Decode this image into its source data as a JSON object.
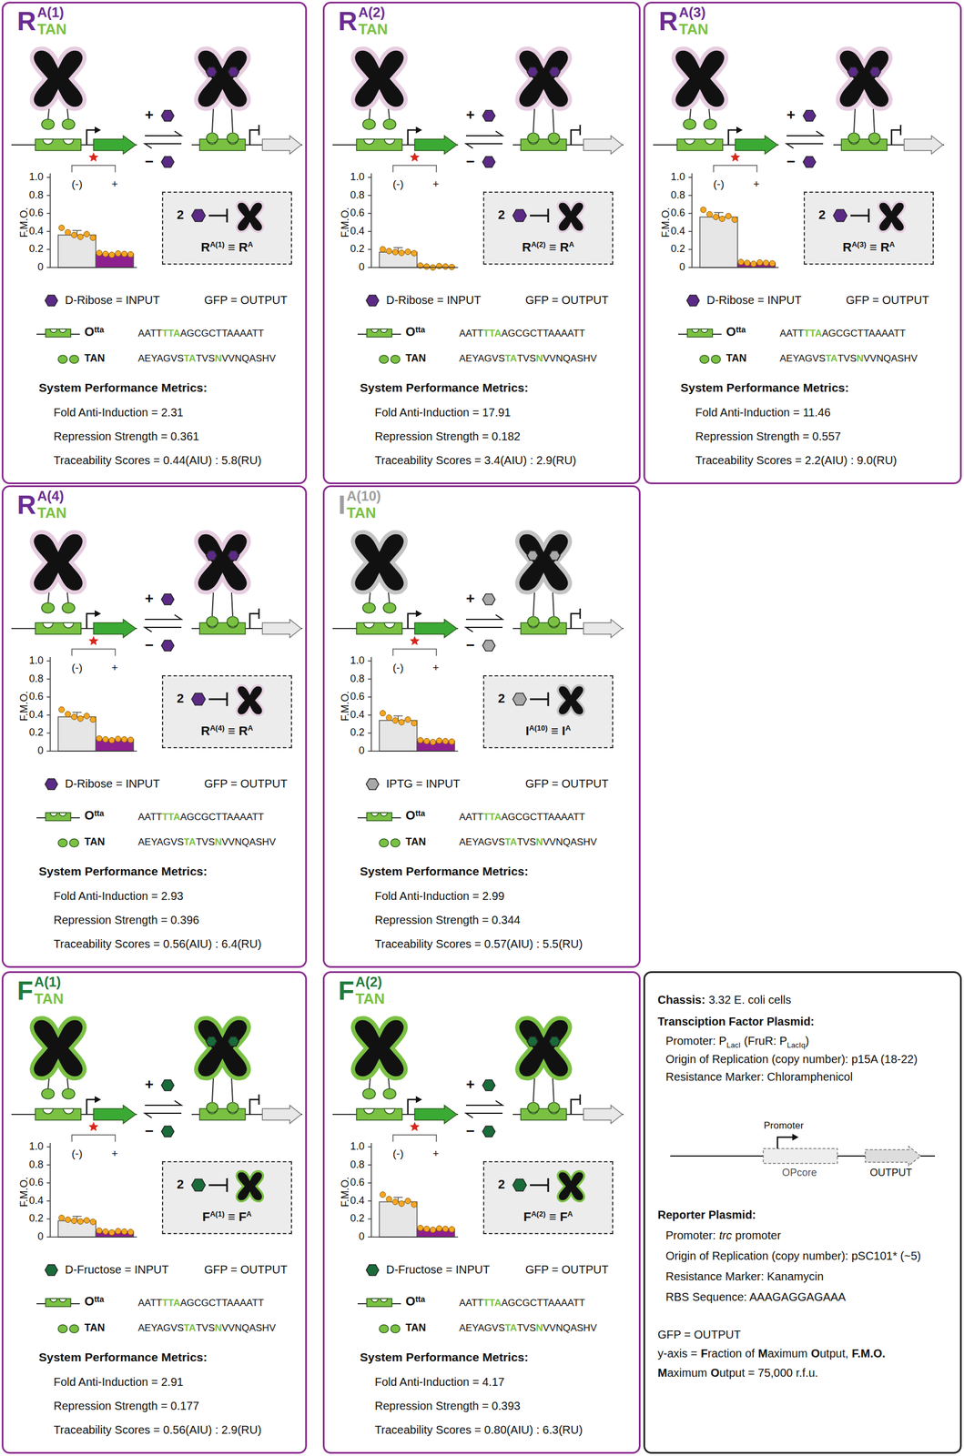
{
  "diagram": {
    "nodes": [
      {
        "text": [
          "R",
          "A(1)",
          "TAN",
          "F.M.O.",
          "1.0",
          "0.8",
          "0.6",
          "0.4",
          "0.2",
          "0",
          "(-)",
          "+",
          "D-Ribose = INPUT",
          "GFP = OUTPUT",
          "O",
          "tta",
          "AATT",
          "TTA",
          "AGCGCTTAAAATT",
          "TAN",
          "AEYAGVS",
          "TA",
          "TVS",
          "N",
          "VVNQASHV",
          "System Performance Metrics:",
          "Fold Anti-Induction = 2.31",
          "Repression Strength = 0.361",
          "Traceability Scores = 0.44(AIU) : 5.8(RU)",
          "+",
          "−"
        ]
      },
      {
        "text": [
          "2",
          "R",
          "A(1)",
          "≡ R",
          "A"
        ],
        "in": 0
      },
      {
        "text": [
          "R",
          "A(2)",
          "TAN",
          "F.M.O.",
          "1.0",
          "0.8",
          "0.6",
          "0.4",
          "0.2",
          "0",
          "(-)",
          "+",
          "D-Ribose = INPUT",
          "GFP = OUTPUT",
          "O",
          "tta",
          "AATT",
          "TTA",
          "AGCGCTTAAAATT",
          "TAN",
          "AEYAGVS",
          "TA",
          "TVS",
          "N",
          "VVNQASHV",
          "System Performance Metrics:",
          "Fold Anti-Induction = 17.91",
          "Repression Strength = 0.182",
          "Traceability Scores = 3.4(AIU) : 2.9(RU)",
          "+",
          "−"
        ]
      },
      {
        "text": [
          "2",
          "R",
          "A(2)",
          "≡ R",
          "A"
        ],
        "in": 2
      },
      {
        "text": [
          "R",
          "A(3)",
          "TAN",
          "F.M.O.",
          "1.0",
          "0.8",
          "0.6",
          "0.4",
          "0.2",
          "0",
          "(-)",
          "+",
          "D-Ribose = INPUT",
          "GFP = OUTPUT",
          "O",
          "tta",
          "AATT",
          "TTA",
          "AGCGCTTAAAATT",
          "TAN",
          "AEYAGVS",
          "TA",
          "TVS",
          "N",
          "VVNQASHV",
          "System Performance Metrics:",
          "Fold Anti-Induction = 11.46",
          "Repression Strength = 0.557",
          "Traceability Scores = 2.2(AIU) : 9.0(RU)",
          "+",
          "−"
        ]
      },
      {
        "text": [
          "2",
          "R",
          "A(3)",
          "≡ R",
          "A"
        ],
        "in": 4
      },
      {
        "text": [
          "R",
          "A(4)",
          "TAN",
          "F.M.O.",
          "1.0",
          "0.8",
          "0.6",
          "0.4",
          "0.2",
          "0",
          "(-)",
          "+",
          "D-Ribose = INPUT",
          "GFP = OUTPUT",
          "O",
          "tta",
          "AATT",
          "TTA",
          "AGCGCTTAAAATT",
          "TAN",
          "AEYAGVS",
          "TA",
          "TVS",
          "N",
          "VVNQASHV",
          "System Performance Metrics:",
          "Fold Anti-Induction = 2.93",
          "Repression Strength = 0.396",
          "Traceability Scores = 0.56(AIU) : 6.4(RU)",
          "+",
          "−"
        ]
      },
      {
        "text": [
          "2",
          "R",
          "A(4)",
          "≡ R",
          "A"
        ],
        "in": 6
      },
      {
        "text": [
          "I",
          "A(10)",
          "TAN",
          "F.M.O.",
          "1.0",
          "0.8",
          "0.6",
          "0.4",
          "0.2",
          "0",
          "(-)",
          "+",
          "IPTG = INPUT",
          "GFP = OUTPUT",
          "O",
          "tta",
          "AATT",
          "TTA",
          "AGCGCTTAAAATT",
          "TAN",
          "AEYAGVS",
          "TA",
          "TVS",
          "N",
          "VVNQASHV",
          "System Performance Metrics:",
          "Fold Anti-Induction = 2.99",
          "Repression Strength = 0.344",
          "Traceability Scores = 0.57(AIU) : 5.5(RU)",
          "+",
          "−"
        ]
      },
      {
        "text": [
          "2",
          "I",
          "A(10)",
          "≡ I",
          "A"
        ],
        "in": 8
      },
      {
        "text": [
          "F",
          "A(1)",
          "TAN",
          "F.M.O.",
          "1.0",
          "0.8",
          "0.6",
          "0.4",
          "0.2",
          "0",
          "(-)",
          "+",
          "D-Fructose = INPUT",
          "GFP = OUTPUT",
          "O",
          "tta",
          "AATT",
          "TTA",
          "AGCGCTTAAAATT",
          "TAN",
          "AEYAGVS",
          "TA",
          "TVS",
          "N",
          "VVNQASHV",
          "System Performance Metrics:",
          "Fold Anti-Induction = 2.91",
          "Repression Strength = 0.177",
          "Traceability Scores = 0.56(AIU) : 2.9(RU)",
          "+",
          "−"
        ]
      },
      {
        "text": [
          "2",
          "F",
          "A(1)",
          "≡ F",
          "A"
        ],
        "in": 10
      },
      {
        "text": [
          "F",
          "A(2)",
          "TAN",
          "F.M.O.",
          "1.0",
          "0.8",
          "0.6",
          "0.4",
          "0.2",
          "0",
          "(-)",
          "+",
          "D-Fructose = INPUT",
          "GFP = OUTPUT",
          "O",
          "tta",
          "AATT",
          "TTA",
          "AGCGCTTAAAATT",
          "TAN",
          "AEYAGVS",
          "TA",
          "TVS",
          "N",
          "VVNQASHV",
          "System Performance Metrics:",
          "Fold Anti-Induction = 4.17",
          "Repression Strength = 0.393",
          "Traceability Scores = 0.80(AIU) : 6.3(RU)",
          "+",
          "−"
        ]
      },
      {
        "text": [
          "2",
          "F",
          "A(2)",
          "≡ F",
          "A"
        ],
        "in": 12
      },
      {
        "text": [
          "Chassis:",
          "3.32 E. coli cells",
          "Transciption Factor Plasmid:",
          "Promoter: P",
          "LacI",
          "(FruR: P",
          "LacIq",
          ")",
          "Origin of Replication (copy number): p15A (18-22)",
          "Resistance Marker: Chloramphenicol",
          "Promoter",
          "OPcore",
          "OUTPUT",
          "Reporter Plasmid:",
          "Promoter:",
          "trc",
          "promoter",
          "Origin of Replication (copy number): pSC101* (~5)",
          "Resistance Marker: Kanamycin",
          "RBS Sequence: AAAGAGGAGAAA",
          "GFP = OUTPUT",
          "y-axis  =",
          "F",
          "raction of",
          "M",
          "aximum",
          "O",
          "utput,",
          "F.M.O.",
          "M",
          "aximum",
          "O",
          "utput = 75,000 r.f.u."
        ]
      }
    ]
  }
}
